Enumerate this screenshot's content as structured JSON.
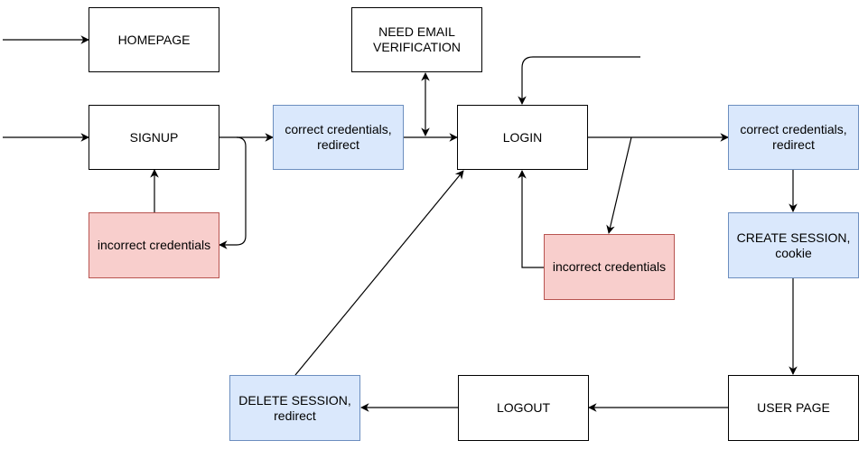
{
  "colors": {
    "neutral_fill": "#ffffff",
    "neutral_stroke": "#000000",
    "blue_fill": "#dae8fc",
    "blue_stroke": "#6c8ebf",
    "red_fill": "#f8cecc",
    "red_stroke": "#b85450"
  },
  "nodes": {
    "homepage": "HOMEPAGE",
    "need_email_verification": "NEED EMAIL\nVERIFICATION",
    "signup": "SIGNUP",
    "signup_correct": "correct credentials,\nredirect",
    "login": "LOGIN",
    "login_correct": "correct credentials,\nredirect",
    "signup_incorrect": "incorrect credentials",
    "login_incorrect": "incorrect credentials",
    "create_session": "CREATE SESSION,\ncookie",
    "delete_session": "DELETE SESSION,\nredirect",
    "logout": "LOGOUT",
    "user_page": "USER PAGE"
  }
}
